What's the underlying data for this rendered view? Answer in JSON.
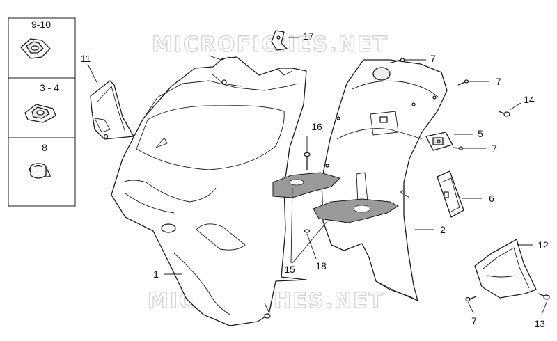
{
  "watermark": "MICROFICHES.NET",
  "callouts": {
    "c_9_10": "9-10",
    "c_3_4": "3 - 4",
    "c_8": "8",
    "c_11": "11",
    "c_17": "17",
    "c_7a": "7",
    "c_7b": "7",
    "c_14": "14",
    "c_5": "5",
    "c_7c": "7",
    "c_16": "16",
    "c_6": "6",
    "c_2": "2",
    "c_1": "1",
    "c_15": "15",
    "c_18": "18",
    "c_12": "12",
    "c_7d": "7",
    "c_13": "13"
  }
}
